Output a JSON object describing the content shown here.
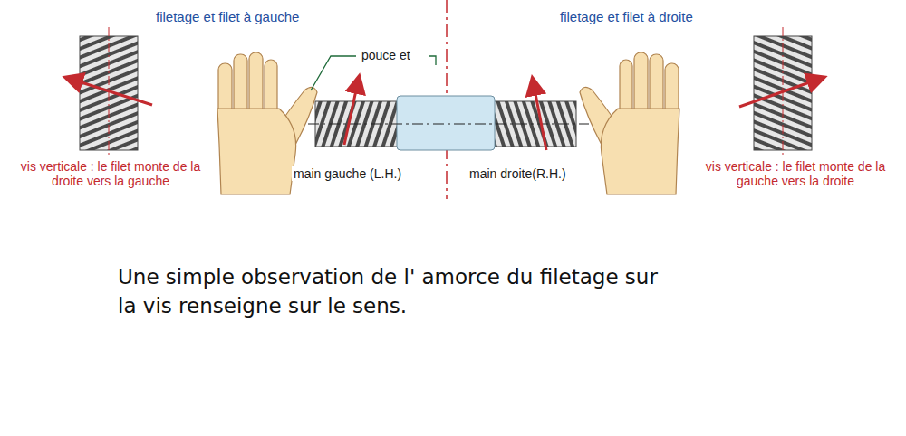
{
  "diagram": {
    "caption": "Une simple observation de l' amorce du filetage sur la vis renseigne sur le sens.",
    "labels": [
      "filetage et filet à gauche",
      "filetage et filet à droite",
      "pouce et",
      "main gauche (L.H.)",
      "main droite(R.H.)",
      "vis verticale : le filet monte de la droite vers la gauche",
      "vis verticale : le filet monte de la gauche vers la droite"
    ]
  }
}
